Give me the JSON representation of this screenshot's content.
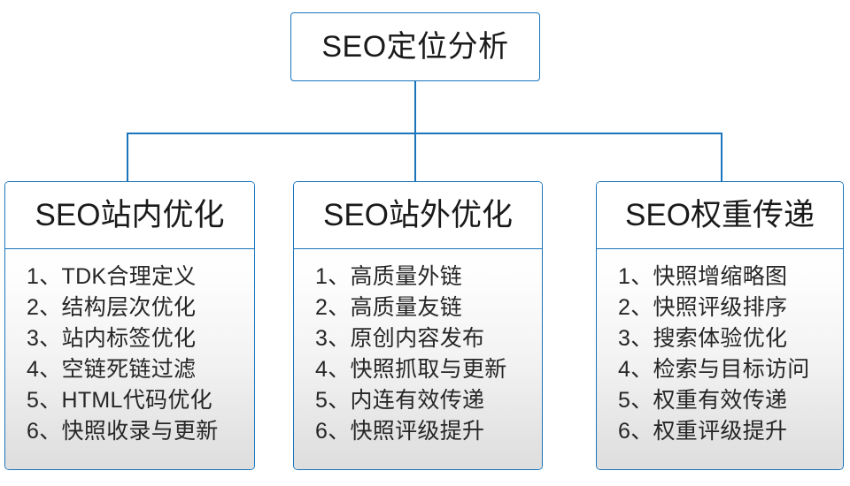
{
  "diagram": {
    "type": "org-chart",
    "title": "SEO定位分析",
    "accent_color": "#1A75BC",
    "text_color": "#1a1a1a",
    "body_gradient_from": "#ffffff",
    "body_gradient_to": "#dedede",
    "root": {
      "label": "SEO定位分析"
    },
    "branches": [
      {
        "header": "SEO站内优化",
        "items": [
          "1、TDK合理定义",
          "2、结构层次优化",
          "3、站内标签优化",
          "4、空链死链过滤",
          "5、HTML代码优化",
          "6、快照收录与更新"
        ]
      },
      {
        "header": "SEO站外优化",
        "items": [
          "1、高质量外链",
          "2、高质量友链",
          "3、原创内容发布",
          "4、快照抓取与更新",
          "5、内连有效传递",
          "6、快照评级提升"
        ]
      },
      {
        "header": "SEO权重传递",
        "items": [
          "1、快照增缩略图",
          "2、快照评级排序",
          "3、搜索体验优化",
          "4、检索与目标访问",
          "5、权重有效传递",
          "6、权重评级提升"
        ]
      }
    ]
  }
}
